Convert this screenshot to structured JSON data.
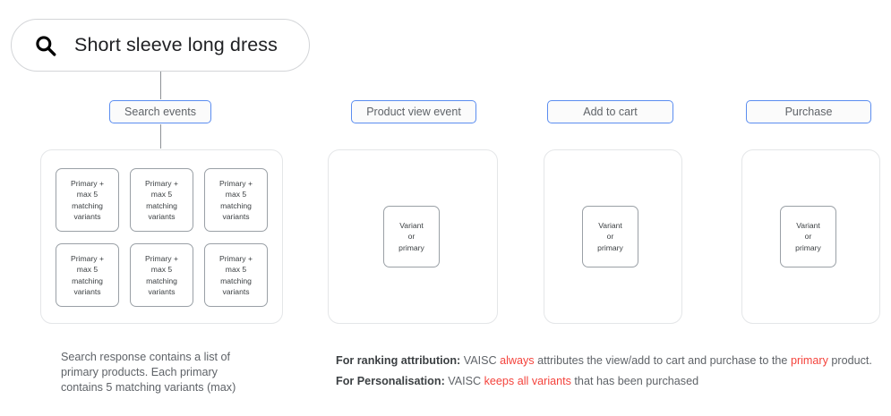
{
  "search": {
    "icon": "search-icon",
    "query": "Short sleeve long dress"
  },
  "stages": {
    "search_events": "Search events",
    "product_view_event": "Product view event",
    "add_to_cart": "Add to cart",
    "purchase": "Purchase"
  },
  "primary_card": {
    "line1": "Primary +",
    "line2": "max 5",
    "line3": "matching",
    "line4": "variants",
    "count": 6
  },
  "variant_card": {
    "line1": "Variant",
    "line2": "or",
    "line3": "primary"
  },
  "captions": {
    "left_line1": "Search response contains a list of",
    "left_line2": "primary products. Each primary",
    "left_line3": "contains 5 matching variants (max)"
  },
  "notes": {
    "ranking": {
      "label": "For ranking attribution:",
      "text1": " VAISC ",
      "highlight1": "always",
      "text2": " attributes the view/add to cart and purchase to the ",
      "highlight2": "primary",
      "text3": " product."
    },
    "personalisation": {
      "label": "For Personalisation:",
      "text1": " VAISC ",
      "highlight1": "keeps all variants",
      "text2": " that has been purchased"
    }
  },
  "colors": {
    "accent_blue": "#5b8df0",
    "highlight_red": "#f4433c",
    "panel_border": "#e4e6e8",
    "card_border": "#9aa0a6",
    "text": "#3c4043",
    "muted_text": "#5f6368"
  }
}
